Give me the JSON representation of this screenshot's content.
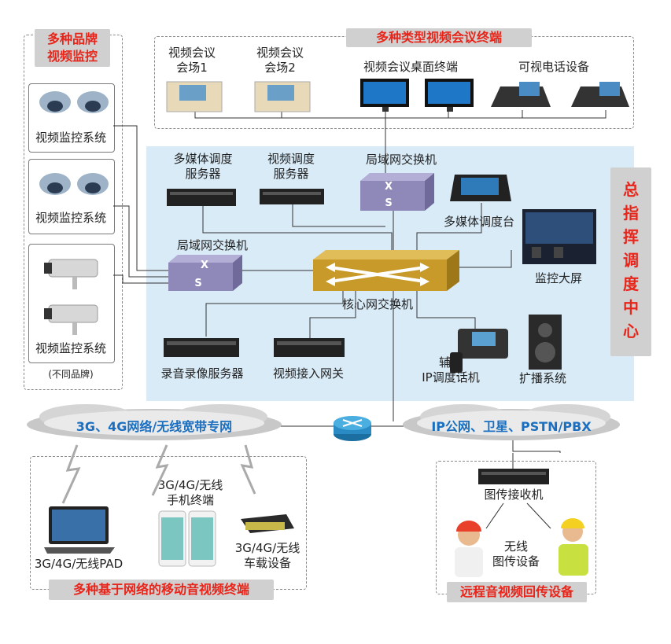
{
  "left_panel": {
    "title_line1": "多种品牌",
    "title_line2": "视频监控",
    "system_label_1": "视频监控系统",
    "system_label_2": "视频监控系统",
    "system_label_3": "视频监控系统",
    "note": "(不同品牌)"
  },
  "top_panel": {
    "title": "多种类型视频会议终端",
    "venue1_line1": "视频会议",
    "venue1_line2": "会场1",
    "venue2_line1": "视频会议",
    "venue2_line2": "会场2",
    "desktop_label": "视频会议桌面终端",
    "phone_label": "可视电话设备"
  },
  "center": {
    "title_chars": [
      "总",
      "指",
      "挥",
      "调",
      "度",
      "中",
      "心"
    ],
    "media_server_line1": "多媒体调度",
    "media_server_line2": "服务器",
    "video_server_line1": "视频调度",
    "video_server_line2": "服务器",
    "lan_switch_top": "局域网交换机",
    "lan_switch_left": "局域网交换机",
    "media_console": "多媒体调度台",
    "big_screen": "监控大屏",
    "core_switch": "核心网交换机",
    "recording_server": "录音录像服务器",
    "video_gateway": "视频接入网关",
    "ip_phone_line1": "辅助",
    "ip_phone_line2": "IP调度话机",
    "broadcast": "扩播系统",
    "switch_x": "X",
    "switch_s": "S"
  },
  "networks": {
    "wireless": "3G、4G网络/无线宽带专网",
    "public": "IP公网、卫星、PSTN/PBX"
  },
  "bottom_left": {
    "title": "多种基于网络的移动音视频终端",
    "pad": "3G/4G/无线PAD",
    "phone_line1": "3G/4G/无线",
    "phone_line2": "手机终端",
    "vehicle_line1": "3G/4G/无线",
    "vehicle_line2": "车载设备"
  },
  "bottom_right": {
    "title": "远程音视频回传设备",
    "receiver": "图传接收机",
    "device_line1": "无线",
    "device_line2": "图传设备"
  },
  "colors": {
    "center_bg": "#d8ebf7",
    "tag_bg": "#d0d0d0",
    "tag_text": "#e8251a",
    "cloud_text": "#1a6fc0",
    "core_switch": "#c79a2a",
    "lan_switch": "#8e89b8"
  }
}
